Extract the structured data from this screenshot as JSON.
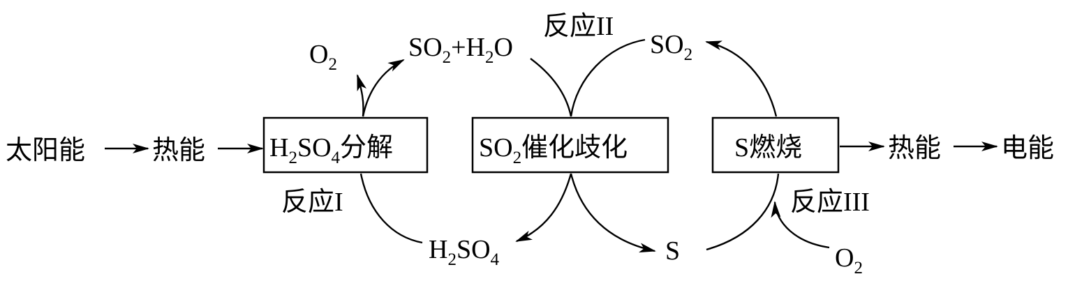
{
  "energy_chain": {
    "solar": "太阳能",
    "heat_in": "热能",
    "heat_out": "热能",
    "electric": "电能"
  },
  "boxes": {
    "decomposition": {
      "formula": "H",
      "sub1": "2",
      "mid": "SO",
      "sub2": "4",
      "suffix": "分解"
    },
    "disproportionation": {
      "formula": "SO",
      "sub1": "2",
      "suffix": "催化歧化"
    },
    "combustion": {
      "label": "S燃烧"
    }
  },
  "reactions": {
    "reaction_1": "反应I",
    "reaction_2": "反应II",
    "reaction_3": "反应III"
  },
  "species": {
    "o2_out": {
      "base": "O",
      "sub": "2"
    },
    "so2_h2o": {
      "a": "SO",
      "a_sub": "2",
      "plus": "+",
      "b": "H",
      "b_sub": "2",
      "c": "O"
    },
    "so2_top": {
      "base": "SO",
      "sub": "2"
    },
    "h2so4": {
      "a": "H",
      "a_sub": "2",
      "b": "SO",
      "b_sub": "4"
    },
    "sulfur": "S",
    "o2_in": {
      "base": "O",
      "sub": "2"
    }
  },
  "colors": {
    "ink": "#000000",
    "background": "#ffffff"
  }
}
